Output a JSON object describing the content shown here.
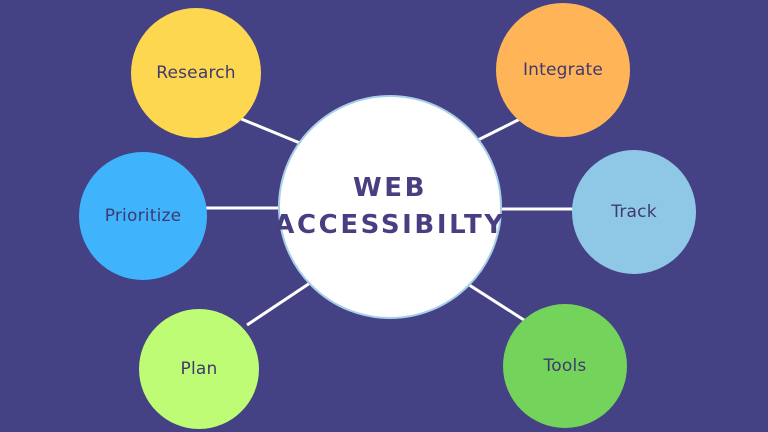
{
  "diagram": {
    "type": "hub-and-spoke-mind-map",
    "background_color": "#454185",
    "spoke_color": "#ffffff",
    "center": {
      "title": "WEB\nACCESSIBILTY",
      "fill_color": "#ffffff",
      "text_color": "#473f82",
      "border_color": "#a8cfe8"
    },
    "nodes": [
      {
        "id": "research",
        "label": "Research",
        "color": "#fdd74f",
        "text_color": "#3f3a6e",
        "position": "top-left"
      },
      {
        "id": "integrate",
        "label": "Integrate",
        "color": "#ffb457",
        "text_color": "#3f3a6e",
        "position": "top-right"
      },
      {
        "id": "prioritize",
        "label": "Prioritize",
        "color": "#3fb4fd",
        "text_color": "#3f3a6e",
        "position": "left"
      },
      {
        "id": "track",
        "label": "Track",
        "color": "#8fc8e7",
        "text_color": "#3f3a6e",
        "position": "right"
      },
      {
        "id": "plan",
        "label": "Plan",
        "color": "#bdfc74",
        "text_color": "#3f3a6e",
        "position": "bottom-left"
      },
      {
        "id": "tools",
        "label": "Tools",
        "color": "#74d35b",
        "text_color": "#3f3a6e",
        "position": "bottom-right"
      }
    ]
  }
}
